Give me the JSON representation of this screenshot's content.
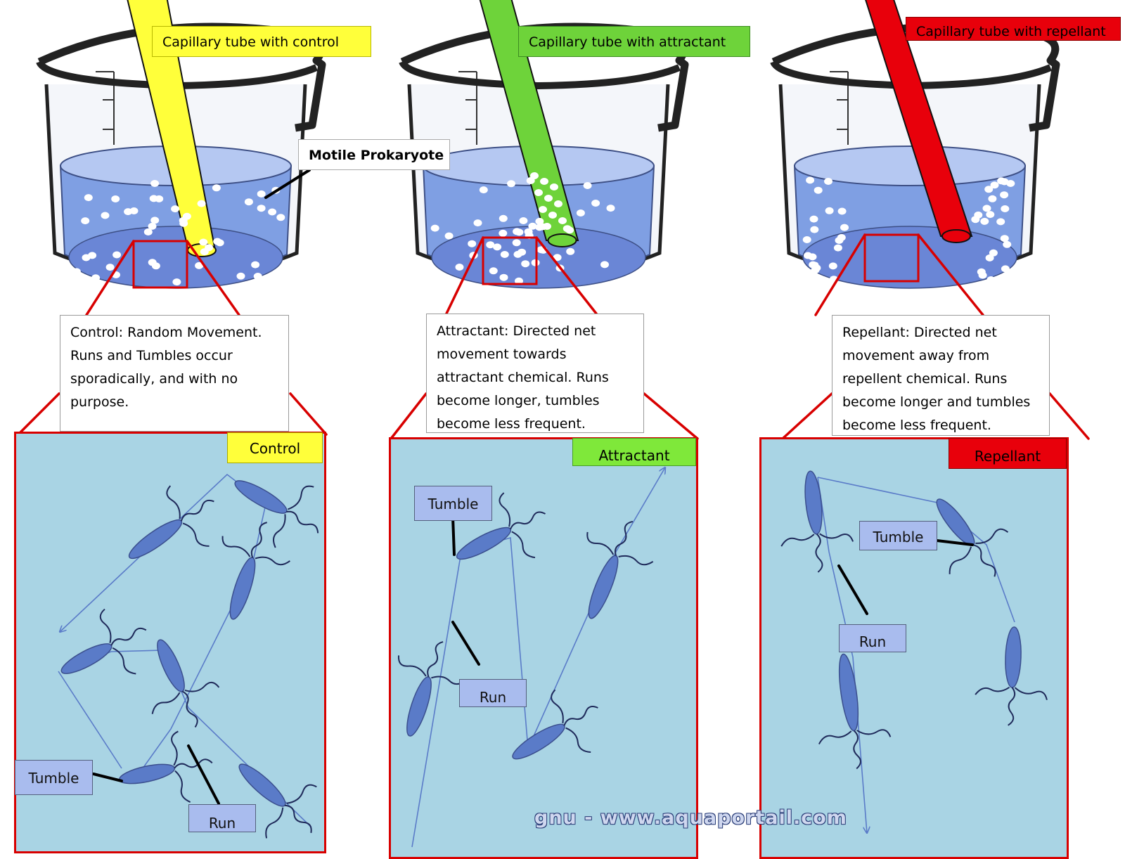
{
  "beakers": [
    {
      "id": "control",
      "tube_label": "Capillary tube with control",
      "tube_color": "#ffff3a"
    },
    {
      "id": "attractant",
      "tube_label": "Capillary tube with attractant",
      "tube_color": "#6ed33a"
    },
    {
      "id": "repellant",
      "tube_label": "Capillary tube with repellant",
      "tube_color": "#e8000b"
    }
  ],
  "callout": {
    "label": "Motile Prokaryote"
  },
  "descriptions": {
    "control": [
      "Control: Random Movement.",
      "Runs and Tumbles occur",
      "sporadically, and with no",
      "purpose."
    ],
    "attractant": [
      "Attractant:  Directed net",
      "movement towards",
      "attractant chemical. Runs",
      "become longer, tumbles",
      "become less frequent."
    ],
    "repellant": [
      "Repellant: Directed net",
      "movement away from",
      "repellent chemical. Runs",
      "become longer and tumbles",
      "become less frequent."
    ]
  },
  "panels": {
    "control": {
      "label": "Control",
      "tumble": "Tumble",
      "run": "Run"
    },
    "attractant": {
      "label": "Attractant",
      "tumble": "Tumble",
      "run": "Run"
    },
    "repellant": {
      "label": "Repellant",
      "tumble": "Tumble",
      "run": "Run"
    }
  },
  "colors": {
    "liquid": "#7f9fe3",
    "panel_bg": "#a9d4e4",
    "highlight": "#d80000",
    "bacterium": "#5a7bc8",
    "flagella": "#1f2a5a",
    "path": "#5a7bc8"
  },
  "watermark": "gnu - www.aquaportail.com"
}
